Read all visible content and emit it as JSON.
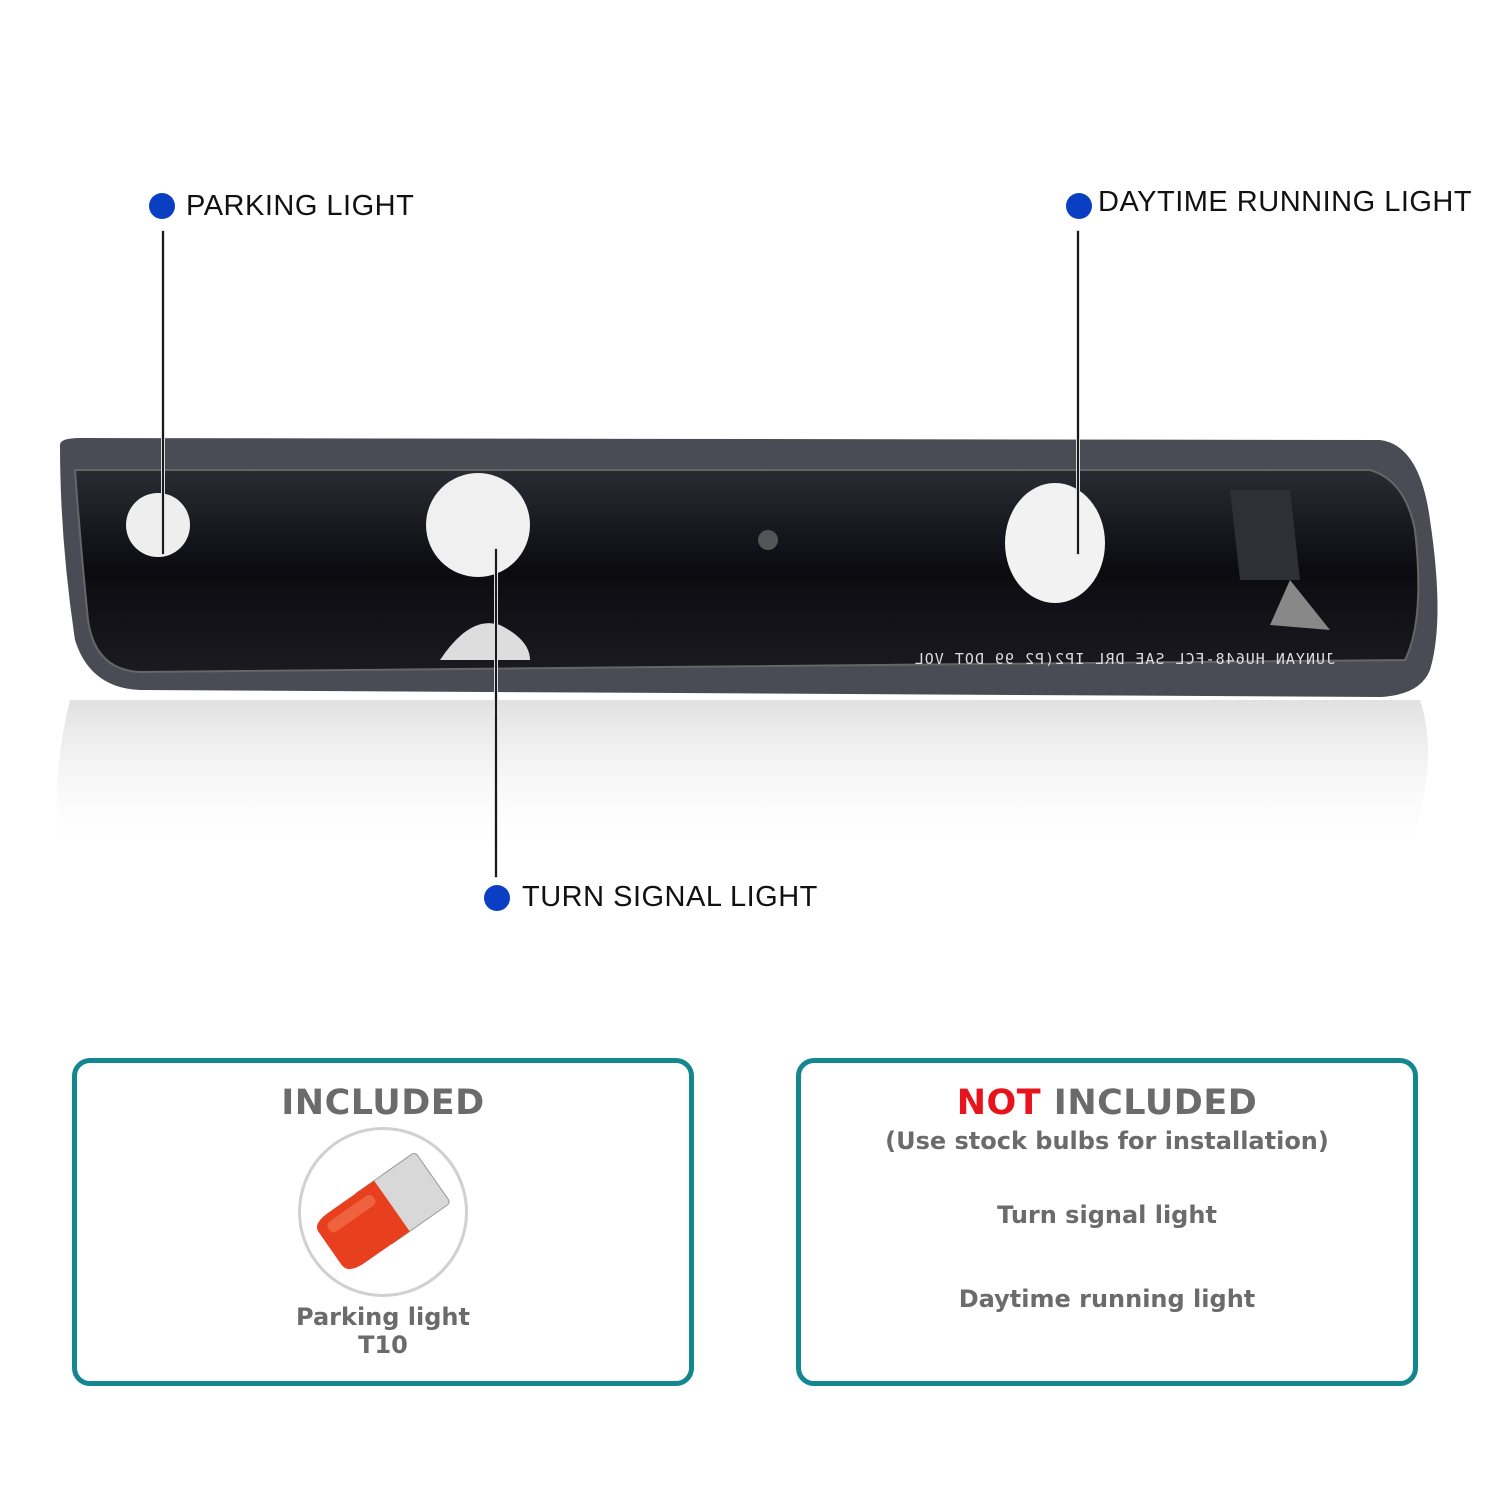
{
  "callouts": {
    "parking": "PARKING LIGHT",
    "drl": "DAYTIME RUNNING LIGHT",
    "turn": "TURN SIGNAL LIGHT"
  },
  "lamp_engraving": "JUNYAN  HU648-FCL SAE DRL IP2(P2 99 DOT VOL",
  "included": {
    "title": "INCLUDED",
    "item": "Parking light",
    "bulb": "T10"
  },
  "not_included": {
    "title_red": "NOT",
    "title": "INCLUDED",
    "subtitle": "(Use stock bulbs for installation)",
    "items": [
      "Turn signal light",
      "Daytime running light"
    ]
  },
  "colors": {
    "dot": "#0a3fc4",
    "accent": "#13878f",
    "red": "#e8141c",
    "text": "#6b6b6b"
  }
}
